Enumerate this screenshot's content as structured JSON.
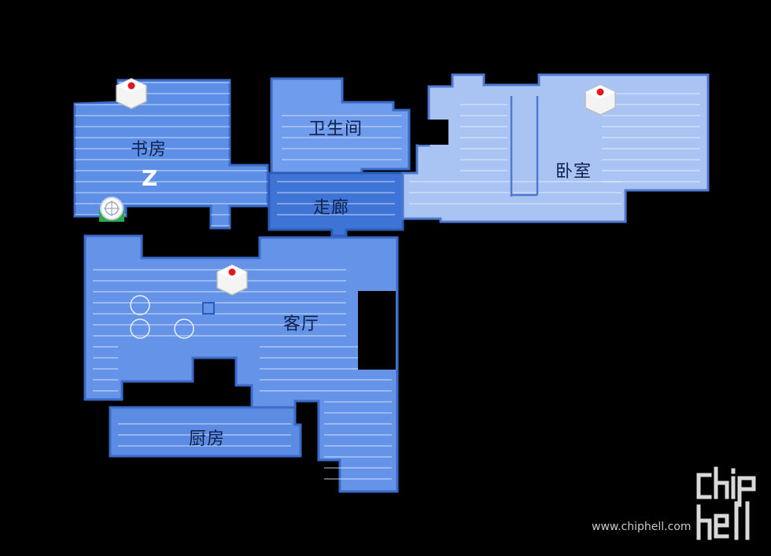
{
  "rooms": [
    {
      "id": "study",
      "label": "书房"
    },
    {
      "id": "bathroom",
      "label": "卫生间"
    },
    {
      "id": "corridor",
      "label": "走廊"
    },
    {
      "id": "bedroom",
      "label": "卧室"
    },
    {
      "id": "living",
      "label": "客厅"
    },
    {
      "id": "kitchen",
      "label": "厨房"
    }
  ],
  "markers": {
    "sleep_symbol": "Z",
    "dock": "charging-dock-icon",
    "dice": "dice-marker-icon"
  },
  "watermark": {
    "url": "www.chiphell.com",
    "logo_text": "chiphell"
  },
  "colors": {
    "background": "#000000",
    "study": "#5d8fe6",
    "bathroom": "#6f9cec",
    "corridor": "#3e74d6",
    "bedroom": "#a9c4f3",
    "living": "#6493e8",
    "kitchen": "#5b8be3",
    "path": "#e8f0ff",
    "dock": "#2ea84a"
  }
}
